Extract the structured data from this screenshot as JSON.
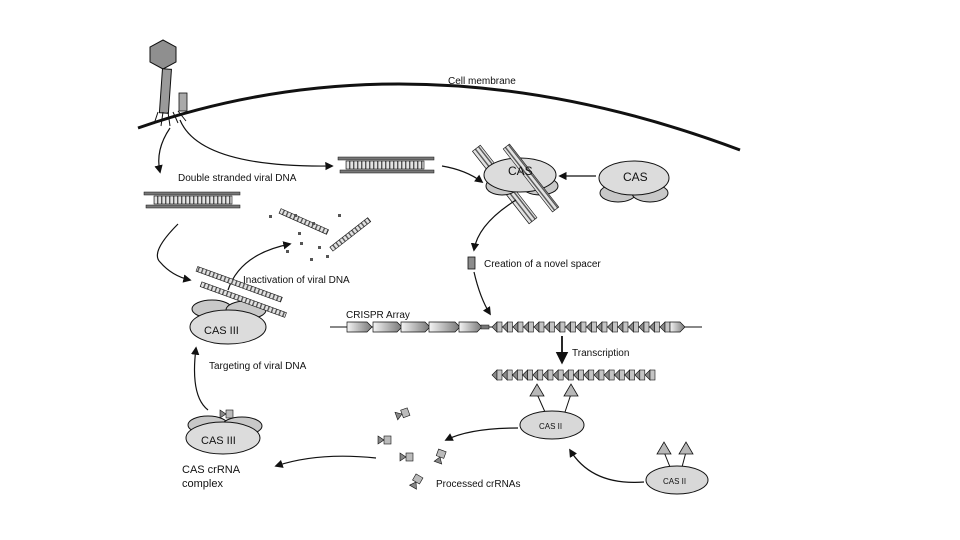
{
  "labels": {
    "cell_membrane": "Cell membrane",
    "double_stranded": "Double stranded viral DNA",
    "cas_top": "CAS",
    "cas_right": "CAS",
    "novel_spacer": "Creation of a novel spacer",
    "inactivation": "Inactivation of viral DNA",
    "crispr_array": "CRISPR Array",
    "cas3_target": "CAS III",
    "targeting": "Targeting of viral DNA",
    "transcription": "Transcription",
    "cas2_mid": "CAS II",
    "cas3_complex": "CAS III",
    "complex_line1": "CAS crRNA",
    "complex_line2": "complex",
    "processed": "Processed crRNAs",
    "cas2_bottom": "CAS II"
  },
  "colors": {
    "ink": "#111111",
    "blob_fill": "#d4d4d4",
    "blob_dark": "#b5b5b5",
    "dna_fill": "#cfcfcf",
    "repeat_fill": "#8a8a8a"
  }
}
